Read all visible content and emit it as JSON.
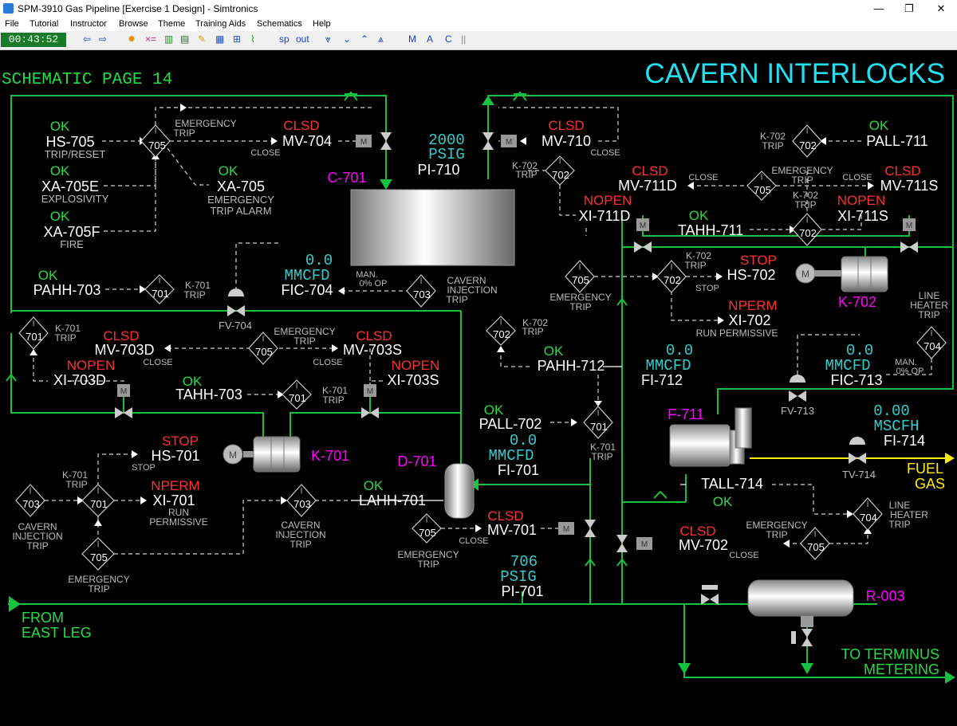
{
  "window": {
    "title": "SPM-3910 Gas Pipeline [Exercise 1 Design] - Simtronics",
    "controls": {
      "minimize": "—",
      "maximize": "❐",
      "close": "✕"
    }
  },
  "menu": [
    "File",
    "Tutorial",
    "Instructor",
    "Browse",
    "Theme",
    "Training Aids",
    "Schematics",
    "Help"
  ],
  "toolbar": {
    "clock": "00:43:52",
    "back": "⇦",
    "forward": "⇨",
    "sp": "sp",
    "out": "out",
    "nav_a": "⩔",
    "nav_b": "⌄",
    "nav_c": "⌃",
    "nav_d": "⩓",
    "m": "M",
    "a": "A",
    "c": "C"
  },
  "page": {
    "label": "SCHEMATIC PAGE 14",
    "title": "CAVERN INTERLOCKS"
  },
  "colors": {
    "ok": "#22dd44",
    "alarm": "#ff3030",
    "value": "#33cccc",
    "equipment": "#ff00ff",
    "pipe": "#18c040",
    "fuel": "#ffee00"
  },
  "texts": {
    "s_hs705": "OK",
    "t_hs705": "HS-705",
    "d_hs705": "TRIP/RESET",
    "s_xa705e": "OK",
    "t_xa705e": "XA-705E",
    "d_xa705e": "EXPLOSIVITY",
    "s_xa705f": "OK",
    "t_xa705f": "XA-705F",
    "d_xa705f": "FIRE",
    "s_xa705": "OK",
    "t_xa705": "XA-705",
    "d_xa705a": "EMERGENCY",
    "d_xa705b": "TRIP ALARM",
    "et705a": "EMERGENCY",
    "et705b": "TRIP",
    "s_mv704": "CLSD",
    "t_mv704": "MV-704",
    "close704": "CLOSE",
    "v_pi710": "2000",
    "u_pi710": "PSIG",
    "t_pi710": "PI-710",
    "eq_c701": "C-701",
    "s_mv710": "CLSD",
    "t_mv710": "MV-710",
    "close710": "CLOSE",
    "k702a": "K-702",
    "k702b": "TRIP",
    "s_pall711": "OK",
    "t_pall711": "PALL-711",
    "s_pahh703": "OK",
    "t_pahh703": "PAHH-703",
    "k701a": "K-701",
    "k701b": "TRIP",
    "t_fv704": "FV-704",
    "v_fic704": "0.0",
    "u_fic704": "MMCFD",
    "t_fic704": "FIC-704",
    "man_a": "MAN.",
    "man_b": "0% OP",
    "cit_a": "CAVERN",
    "cit_b": "INJECTION",
    "cit_c": "TRIP",
    "s_mv711d": "CLSD",
    "t_mv711d": "MV-711D",
    "close711d": "CLOSE",
    "s_mv711s": "CLSD",
    "t_mv711s": "MV-711S",
    "close711s": "CLOSE",
    "s_xi711d": "NOPEN",
    "t_xi711d": "XI-711D",
    "s_xi711s": "NOPEN",
    "t_xi711s": "XI-711S",
    "s_tahh711": "OK",
    "t_tahh711": "TAHH-711",
    "s_hs702": "STOP",
    "t_hs702": "HS-702",
    "stop702": "STOP",
    "eq_k702": "K-702",
    "s_xi702": "NPERM",
    "t_xi702": "XI-702",
    "rp702": "RUN PERMISSIVE",
    "lht_a": "LINE",
    "lht_b": "HEATER",
    "lht_c": "TRIP",
    "s_pahh712": "OK",
    "t_pahh712": "PAHH-712",
    "v_fi712": "0.0",
    "u_fi712": "MMCFD",
    "t_fi712": "FI-712",
    "v_fic713": "0.0",
    "u_fic713": "MMCFD",
    "t_fic713": "FIC-713",
    "t_fv713": "FV-713",
    "s_mv703d": "CLSD",
    "t_mv703d": "MV-703D",
    "close703d": "CLOSE",
    "s_mv703s": "CLSD",
    "t_mv703s": "MV-703S",
    "close703s": "CLOSE",
    "s_xi703d": "NOPEN",
    "t_xi703d": "XI-703D",
    "s_xi703s": "NOPEN",
    "t_xi703s": "XI-703S",
    "s_tahh703": "OK",
    "t_tahh703": "TAHH-703",
    "s_pall702": "OK",
    "t_pall702": "PALL-702",
    "v_fi701": "0.0",
    "u_fi701": "MMCFD",
    "t_fi701": "FI-701",
    "eq_f711": "F-711",
    "v_fi714": "0.00",
    "u_fi714": "MSCFH",
    "t_fi714": "FI-714",
    "t_tv714": "TV-714",
    "fuel_a": "FUEL",
    "fuel_b": "GAS",
    "s_hs701": "STOP",
    "t_hs701": "HS-701",
    "stop701": "STOP",
    "eq_k701": "K-701",
    "s_xi701": "NPERM",
    "t_xi701": "XI-701",
    "rp701a": "RUN",
    "rp701b": "PERMISSIVE",
    "eq_d701": "D-701",
    "t_tall714": "TALL-714",
    "s_tall714": "OK",
    "s_lahh701": "OK",
    "t_lahh701": "LAHH-701",
    "s_mv701": "CLSD",
    "t_mv701": "MV-701",
    "close701": "CLOSE",
    "s_mv702": "CLSD",
    "t_mv702": "MV-702",
    "close702": "CLOSE",
    "v_pi701": "706",
    "u_pi701": "PSIG",
    "t_pi701": "PI-701",
    "eq_r003": "R-003",
    "from_a": "FROM",
    "from_b": "EAST LEG",
    "to_a": "TO TERMINUS",
    "to_b": "METERING",
    "n705": "705",
    "n702": "702",
    "n701": "701",
    "n703": "703",
    "n704": "704",
    "bar": "|"
  }
}
